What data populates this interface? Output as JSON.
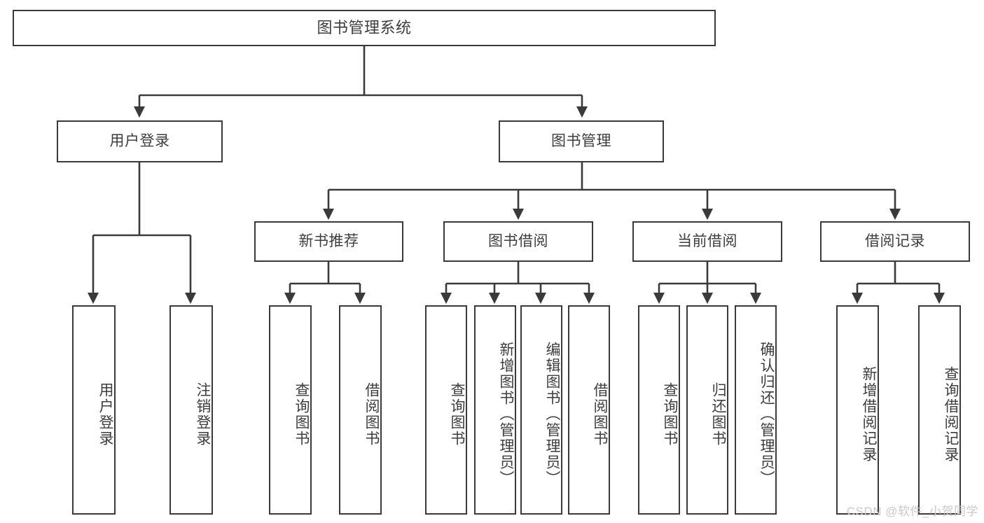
{
  "diagram": {
    "title": "图书管理系统",
    "type": "hierarchy-tree",
    "stroke_color": "#3a3a3a",
    "text_color": "#3d3d3d",
    "background": "#ffffff"
  },
  "nodes": {
    "root": {
      "label": "图书管理系统"
    },
    "level2": [
      {
        "id": "user-login",
        "label": "用户登录"
      },
      {
        "id": "book-manage",
        "label": "图书管理"
      }
    ],
    "level3": [
      {
        "id": "new-book-recommend",
        "label": "新书推荐"
      },
      {
        "id": "book-borrow",
        "label": "图书借阅"
      },
      {
        "id": "current-borrow",
        "label": "当前借阅"
      },
      {
        "id": "borrow-record",
        "label": "借阅记录"
      }
    ],
    "leaves": {
      "user_login": [
        {
          "id": "leaf-user-login",
          "label": "用户登录"
        },
        {
          "id": "leaf-logout-login",
          "label": "注销登录"
        }
      ],
      "new_book_recommend": [
        {
          "id": "leaf-query-book-1",
          "label": "查询图书"
        },
        {
          "id": "leaf-borrow-book-1",
          "label": "借阅图书"
        }
      ],
      "book_borrow": [
        {
          "id": "leaf-query-book-2",
          "label": "查询图书"
        },
        {
          "id": "leaf-add-book",
          "label": "新增图书（管理员）"
        },
        {
          "id": "leaf-edit-book",
          "label": "编辑图书（管理员）"
        },
        {
          "id": "leaf-borrow-book-2",
          "label": "借阅图书"
        }
      ],
      "current_borrow": [
        {
          "id": "leaf-query-book-3",
          "label": "查询图书"
        },
        {
          "id": "leaf-return-book",
          "label": "归还图书"
        },
        {
          "id": "leaf-confirm-return",
          "label": "确认归还（管理员）"
        }
      ],
      "borrow_record": [
        {
          "id": "leaf-add-record",
          "label": "新增借阅记录"
        },
        {
          "id": "leaf-query-record",
          "label": "查询借阅记录"
        }
      ]
    }
  },
  "watermark": {
    "text": "CSDN @软件_小贺同学"
  }
}
